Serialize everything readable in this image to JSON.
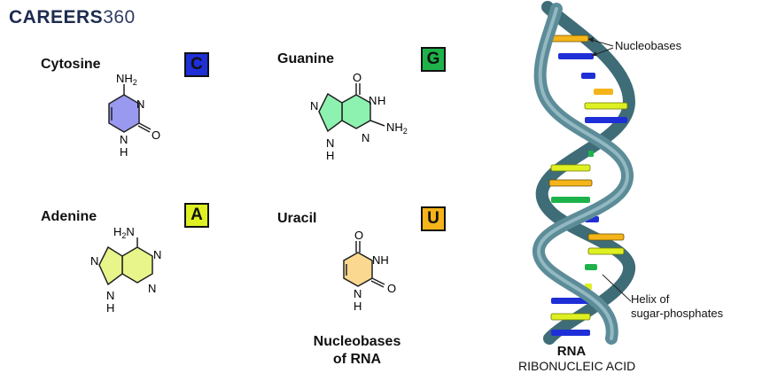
{
  "brand": {
    "part1": "CAREERS",
    "part2": "360"
  },
  "bases": {
    "cytosine": {
      "name": "Cytosine",
      "letter": "C",
      "color": "#1f2fd8",
      "ring_color": "#9a99f0",
      "atoms": {
        "nh2": "NH",
        "n": "N",
        "nh": "H",
        "nh_n": "N",
        "o": "O"
      }
    },
    "guanine": {
      "name": "Guanine",
      "letter": "G",
      "color": "#1eb34a",
      "ring_color": "#8df2b0",
      "atoms": {
        "o": "O",
        "nh": "H",
        "nh_n": "N",
        "nh2": "NH",
        "n_bottom": "N",
        "n_left": "N",
        "n_h": "N",
        "h": "H"
      }
    },
    "adenine": {
      "name": "Adenine",
      "letter": "A",
      "color": "#dff022",
      "ring_color": "#e8f58a",
      "atoms": {
        "h2n": "H",
        "n_top": "N",
        "n_right": "N",
        "n_left": "N",
        "n_h": "N",
        "h": "H"
      }
    },
    "uracil": {
      "name": "Uracil",
      "letter": "U",
      "color": "#f5b419",
      "ring_color": "#fbd88f",
      "atoms": {
        "o_top": "O",
        "nh": "NH",
        "nh_b": "N",
        "h": "H",
        "o_right": "O"
      }
    }
  },
  "caption": {
    "line1": "Nucleobases",
    "line2": "of RNA"
  },
  "rna": {
    "title": "RNA",
    "subtitle": "RIBONUCLEIC ACID",
    "label_bases": "Nucleobases",
    "label_helix_1": "Helix of",
    "label_helix_2": "sugar-phosphates",
    "backbone_color": "#5c8c98"
  }
}
